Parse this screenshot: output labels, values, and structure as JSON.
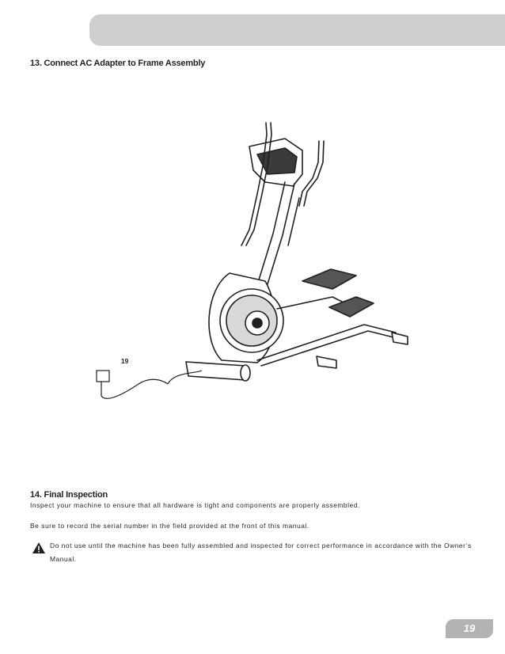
{
  "step13": {
    "heading": "13. Connect AC Adapter to Frame Assembly"
  },
  "figure": {
    "callout": "19"
  },
  "step14": {
    "heading": "14. Final Inspection",
    "paragraph1": "Inspect your machine to ensure that all hardware is tight and components are properly assembled.",
    "paragraph2": "Be sure to record the serial number in the field provided at the front of this manual.",
    "warning": "Do not use until the machine has been fully assembled and inspected for correct performance in accordance with the Owner’s Manual."
  },
  "page": {
    "number": "19"
  },
  "colors": {
    "header_bar": "#cfcfcf",
    "page_tab": "#b3b3b3",
    "text": "#231f20"
  }
}
